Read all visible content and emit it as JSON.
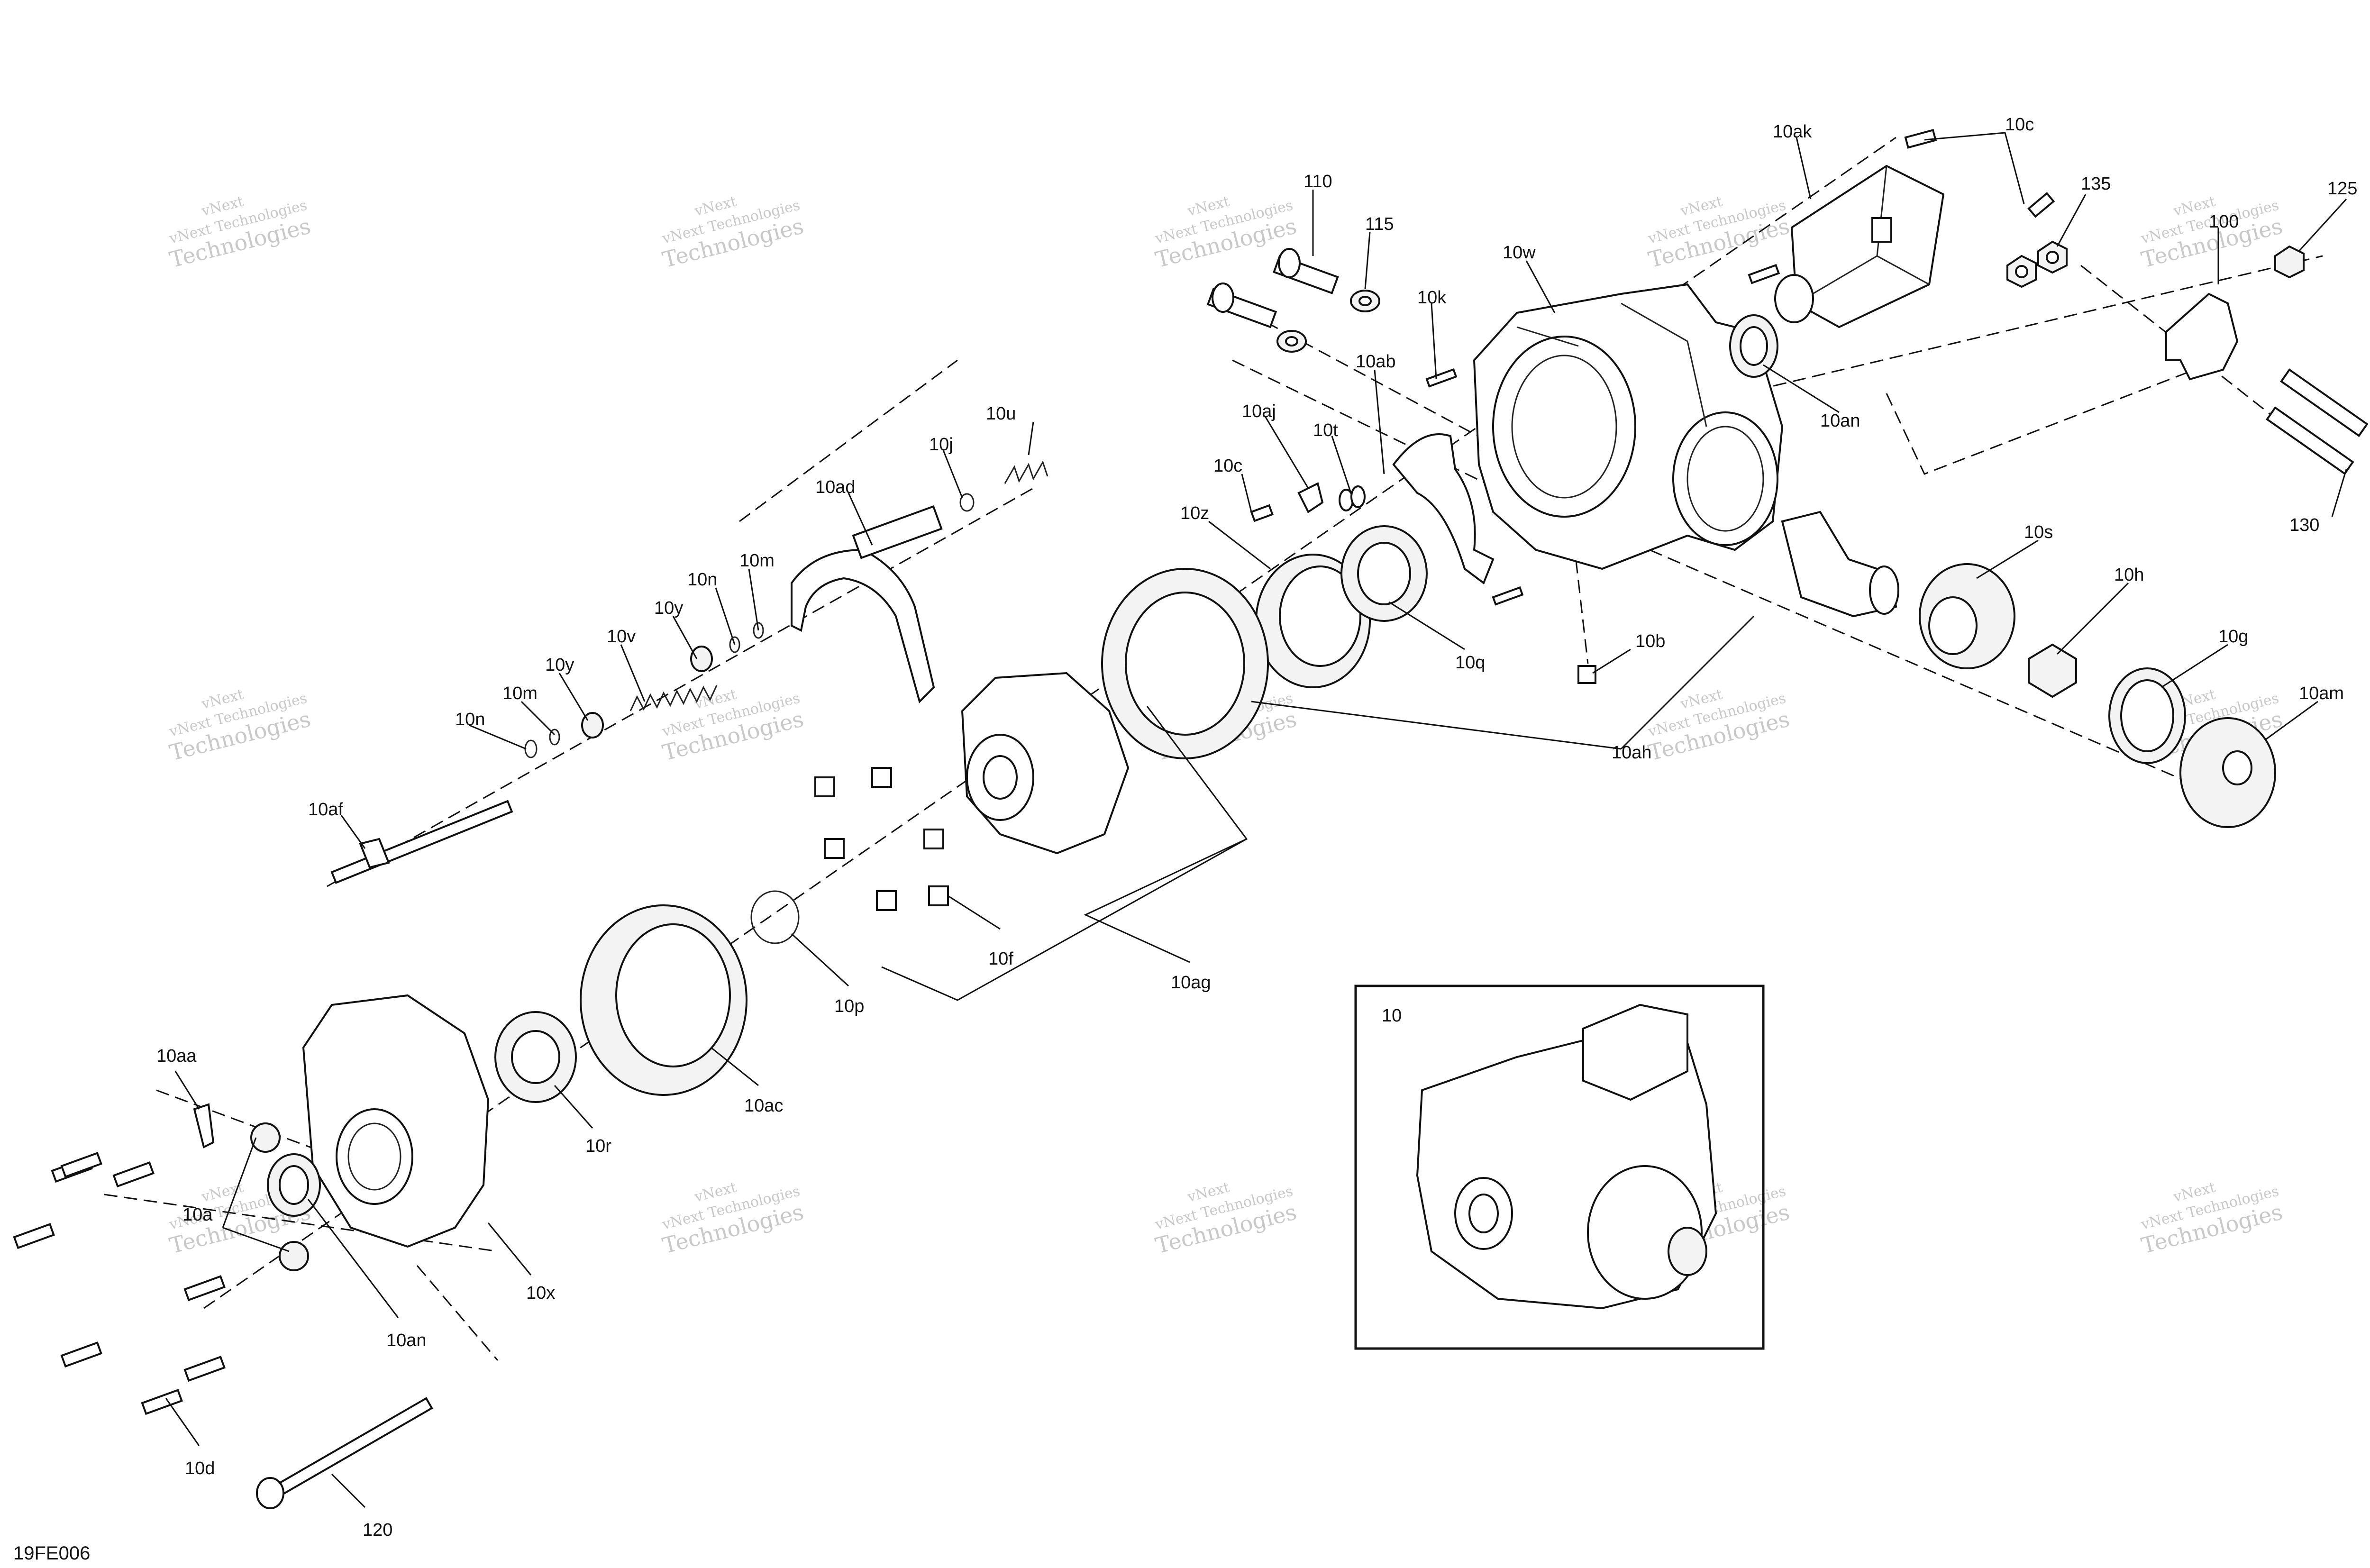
{
  "figure_code": "19FE006",
  "watermark": {
    "line1": "vNext",
    "line2": "Technologies",
    "full": "vNext Technologies"
  },
  "callouts": [
    {
      "id": "c110",
      "text": "110"
    },
    {
      "id": "c115",
      "text": "115"
    },
    {
      "id": "c10w",
      "text": "10w"
    },
    {
      "id": "c10k",
      "text": "10k"
    },
    {
      "id": "c10ab",
      "text": "10ab"
    },
    {
      "id": "c10ak",
      "text": "10ak"
    },
    {
      "id": "c10c_top",
      "text": "10c"
    },
    {
      "id": "c135",
      "text": "135"
    },
    {
      "id": "c125",
      "text": "125"
    },
    {
      "id": "c100",
      "text": "100"
    },
    {
      "id": "c130",
      "text": "130"
    },
    {
      "id": "c10an_top",
      "text": "10an"
    },
    {
      "id": "c10u",
      "text": "10u"
    },
    {
      "id": "c10j",
      "text": "10j"
    },
    {
      "id": "c10ad",
      "text": "10ad"
    },
    {
      "id": "c10aj",
      "text": "10aj"
    },
    {
      "id": "c10t",
      "text": "10t"
    },
    {
      "id": "c10c_mid",
      "text": "10c"
    },
    {
      "id": "c10z",
      "text": "10z"
    },
    {
      "id": "c10q",
      "text": "10q"
    },
    {
      "id": "c10s",
      "text": "10s"
    },
    {
      "id": "c10h",
      "text": "10h"
    },
    {
      "id": "c10g",
      "text": "10g"
    },
    {
      "id": "c10am",
      "text": "10am"
    },
    {
      "id": "c10b",
      "text": "10b"
    },
    {
      "id": "c10ah",
      "text": "10ah"
    },
    {
      "id": "c10m_a",
      "text": "10m"
    },
    {
      "id": "c10n_a",
      "text": "10n"
    },
    {
      "id": "c10y_a",
      "text": "10y"
    },
    {
      "id": "c10v",
      "text": "10v"
    },
    {
      "id": "c10y_b",
      "text": "10y"
    },
    {
      "id": "c10m_b",
      "text": "10m"
    },
    {
      "id": "c10n_b",
      "text": "10n"
    },
    {
      "id": "c10af",
      "text": "10af"
    },
    {
      "id": "c10f",
      "text": "10f"
    },
    {
      "id": "c10ag",
      "text": "10ag"
    },
    {
      "id": "c10p",
      "text": "10p"
    },
    {
      "id": "c10ac",
      "text": "10ac"
    },
    {
      "id": "c10r",
      "text": "10r"
    },
    {
      "id": "c10aa",
      "text": "10aa"
    },
    {
      "id": "c10a",
      "text": "10a"
    },
    {
      "id": "c10x",
      "text": "10x"
    },
    {
      "id": "c10an_bot",
      "text": "10an"
    },
    {
      "id": "c10d",
      "text": "10d"
    },
    {
      "id": "c120",
      "text": "120"
    },
    {
      "id": "c10_detail",
      "text": "10"
    }
  ]
}
